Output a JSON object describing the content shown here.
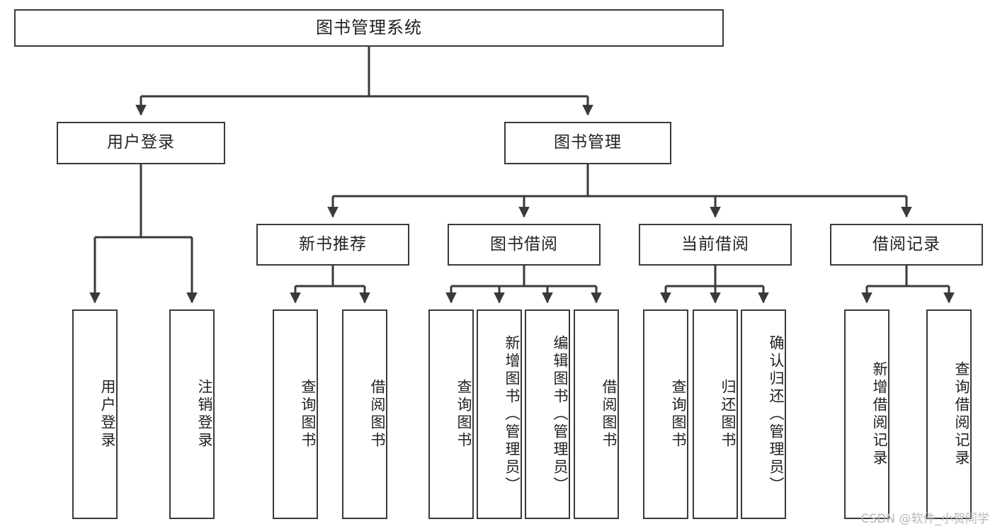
{
  "diagram": {
    "type": "tree-hierarchy-chart",
    "title": "图书管理系统",
    "line_color": "#3a3a3a",
    "box_fill": "#ffffff",
    "text_color": "#222222",
    "watermark": "CSDN @软件_小贺同学"
  },
  "nodes": {
    "root": {
      "label": "图书管理系统"
    },
    "level2": [
      {
        "label": "用户登录"
      },
      {
        "label": "图书管理"
      }
    ],
    "level3": [
      {
        "label": "新书推荐"
      },
      {
        "label": "图书借阅"
      },
      {
        "label": "当前借阅"
      },
      {
        "label": "借阅记录"
      }
    ],
    "leaves": {
      "user_login": [
        {
          "label": "用户登录"
        },
        {
          "label": "注销登录"
        }
      ],
      "new_book_recommend": [
        {
          "label": "查询图书"
        },
        {
          "label": "借阅图书"
        }
      ],
      "book_borrow": [
        {
          "label": "查询图书"
        },
        {
          "label": "新增图书（管理员）"
        },
        {
          "label": "编辑图书（管理员）"
        },
        {
          "label": "借阅图书"
        }
      ],
      "current_borrow": [
        {
          "label": "查询图书"
        },
        {
          "label": "归还图书"
        },
        {
          "label": "确认归还（管理员）"
        }
      ],
      "borrow_record": [
        {
          "label": "新增借阅记录"
        },
        {
          "label": "查询借阅记录"
        }
      ]
    }
  }
}
